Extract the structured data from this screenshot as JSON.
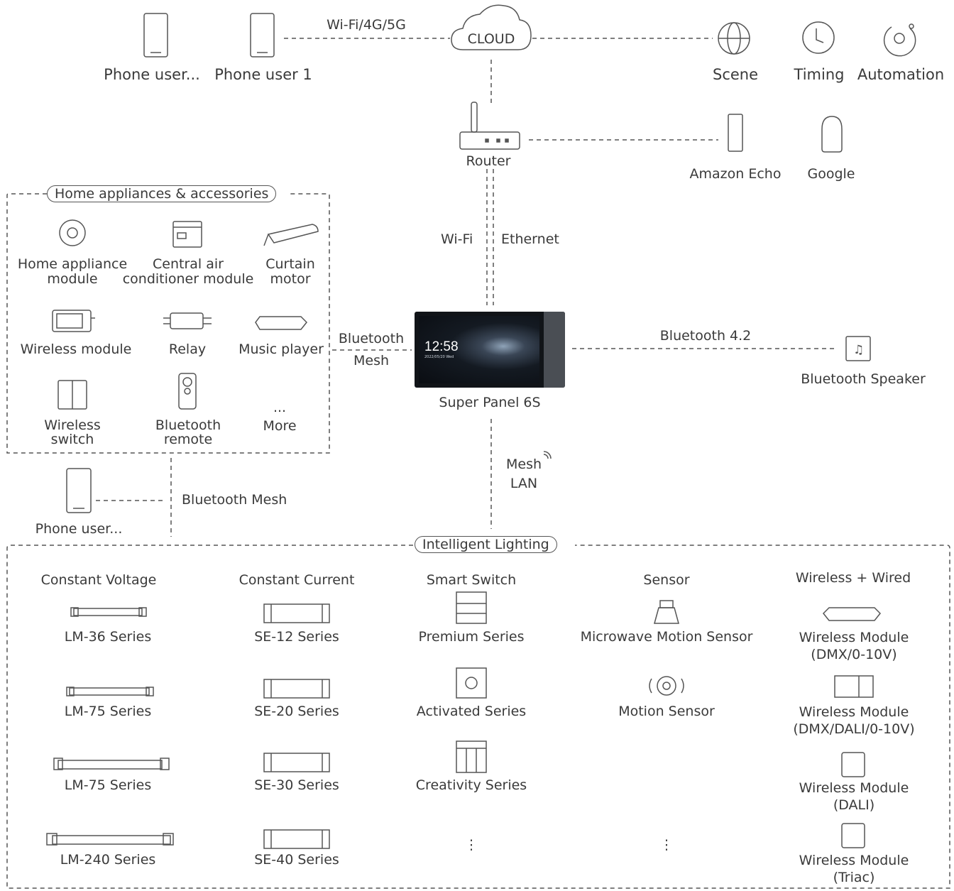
{
  "top": {
    "phone_user_more": "Phone user...",
    "phone_user_1": "Phone user 1",
    "wifi_link": "Wi-Fi/4G/5G",
    "cloud": "CLOUD",
    "scene": "Scene",
    "timing": "Timing",
    "automation": "Automation",
    "router": "Router",
    "amazon_echo": "Amazon Echo",
    "google": "Google",
    "wifi": "Wi-Fi",
    "ethernet": "Ethernet"
  },
  "appliances": {
    "title": "Home appliances & accessories",
    "home_appliance_module": "Home appliance module",
    "central_air": "Central air conditioner module",
    "curtain_motor": "Curtain motor",
    "wireless_module": "Wireless module",
    "relay": "Relay",
    "music_player": "Music player",
    "wireless_switch": "Wireless switch",
    "bluetooth_remote": "Bluetooth remote",
    "more_dots": "...",
    "more": "More"
  },
  "center": {
    "bluetooth": "Bluetooth",
    "mesh": "Mesh",
    "bluetooth_42": "Bluetooth 4.2",
    "bluetooth_speaker": "Bluetooth Speaker",
    "panel_name": "Super Panel 6S",
    "panel_time": "12:58",
    "panel_date": "2022/05/20 Wed",
    "mesh_label": "Mesh",
    "lan_label": "LAN",
    "phone_user_bottom": "Phone user...",
    "bluetooth_mesh": "Bluetooth Mesh"
  },
  "lighting": {
    "title": "Intelligent Lighting",
    "columns": [
      {
        "header": "Constant Voltage",
        "items": [
          "LM-36 Series",
          "LM-75 Series",
          "LM-75 Series",
          "LM-240 Series"
        ]
      },
      {
        "header": "Constant Current",
        "items": [
          "SE-12 Series",
          "SE-20 Series",
          "SE-30 Series",
          "SE-40 Series"
        ]
      },
      {
        "header": "Smart Switch",
        "items": [
          "Premium Series",
          "Activated Series",
          "Creativity Series"
        ],
        "more": "⋮"
      },
      {
        "header": "Sensor",
        "items": [
          "Microwave Motion Sensor",
          "Motion Sensor"
        ],
        "more": "⋮"
      },
      {
        "header": "Wireless + Wired",
        "items": [
          "Wireless Module (DMX/0-10V)",
          "Wireless Module (DMX/DALI/0-10V)",
          "Wireless Module (DALI)",
          "Wireless Module (Triac)"
        ]
      }
    ]
  },
  "colors": {
    "line": "#555555",
    "text": "#3a3a3a",
    "panel": "#111418"
  }
}
